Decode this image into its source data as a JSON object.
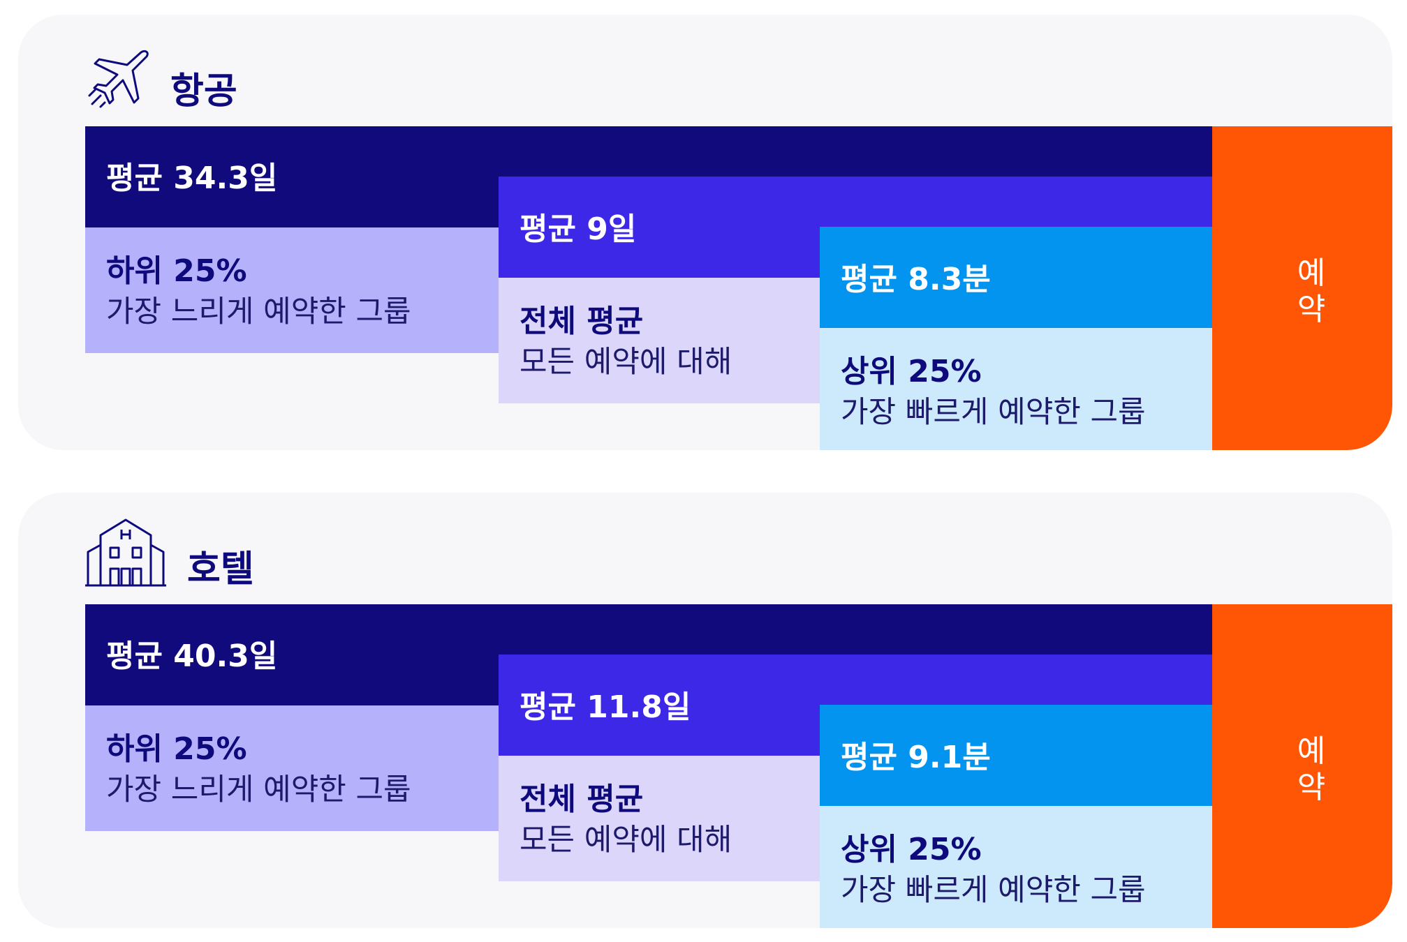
{
  "colors": {
    "navy": "#100a7d",
    "violet": "#3c28e6",
    "blue": "#0394f0",
    "lavender": "#b5b2fb",
    "light_lavender": "#dcd6fb",
    "light_blue": "#cdeafc",
    "orange": "#ff5605"
  },
  "sections": [
    {
      "icon": "airplane-icon",
      "title": "항공",
      "slow_avg": "평균 34.3일",
      "overall_avg": "평균 9일",
      "fast_avg": "평균 8.3분",
      "slow_head": "하위 25%",
      "slow_desc": "가장 느리게 예약한 그룹",
      "overall_head": "전체 평균",
      "overall_desc": "모든 예약에 대해",
      "fast_head": "상위 25%",
      "fast_desc": "가장 빠르게 예약한 그룹",
      "end_label": "예약"
    },
    {
      "icon": "hotel-building-icon",
      "title": "호텔",
      "slow_avg": "평균 40.3일",
      "overall_avg": "평균 11.8일",
      "fast_avg": "평균 9.1분",
      "slow_head": "하위 25%",
      "slow_desc": "가장 느리게 예약한 그룹",
      "overall_head": "전체 평균",
      "overall_desc": "모든 예약에 대해",
      "fast_head": "상위 25%",
      "fast_desc": "가장 빠르게 예약한 그룹",
      "end_label": "예약"
    }
  ]
}
